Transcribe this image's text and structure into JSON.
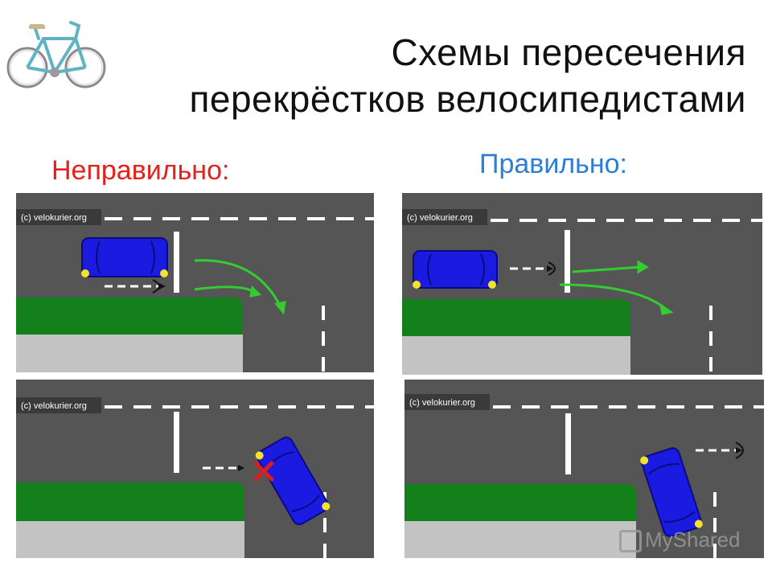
{
  "title": {
    "line1": "Схемы пересечения",
    "line2": "перекрёстков велосипедистами"
  },
  "labels": {
    "wrong": "Неправильно:",
    "right": "Правильно:"
  },
  "panels": {
    "credit": "(c) velokurier.org"
  },
  "watermark": "MyShared",
  "colors": {
    "wrong_label": "#e8201c",
    "right_label": "#2b7fd8",
    "road": "#555555",
    "grass": "#14801c",
    "sidewalk": "#c3c3c3",
    "car": "#1a1ae0",
    "arrow": "#33cc33",
    "cross": "#d42020"
  },
  "icons": {
    "bicycle": "bicycle-icon",
    "cross": "cross-mark-icon"
  }
}
